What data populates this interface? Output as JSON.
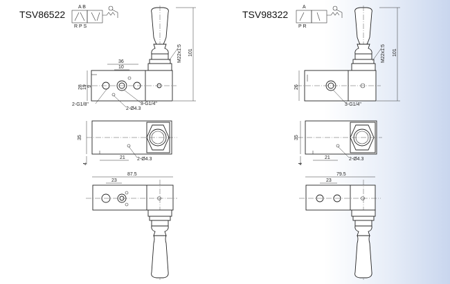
{
  "left": {
    "model": "TSV86522",
    "symbol_top_labels": "A  B",
    "symbol_bottom_labels": "R P S",
    "dim_height": "101",
    "dim_thread": "M22x1.5",
    "dim_36": "36",
    "dim_10": "10",
    "dim_28": "28",
    "dim_19": "19",
    "dim_9": "9",
    "port_2": "2-G1/8\"",
    "hole_2": "2-Ø4.3",
    "port_3": "3-G1/4\"",
    "dim_35": "35",
    "dim_4": "4",
    "dim_21": "21",
    "hole_side": "2-Ø4.3",
    "dim_875": "87.5",
    "dim_23": "23"
  },
  "right": {
    "model": "TSV98322",
    "symbol_top_labels": "A",
    "symbol_bottom_labels": "P  R",
    "dim_height": "101",
    "dim_thread": "M22x1.5",
    "dim_26": "26",
    "port_3": "3-G1/4\"",
    "dim_35": "35",
    "dim_4": "4",
    "dim_21": "21",
    "hole_side": "2-Ø4.3",
    "dim_795": "79.5",
    "dim_23": "23"
  }
}
